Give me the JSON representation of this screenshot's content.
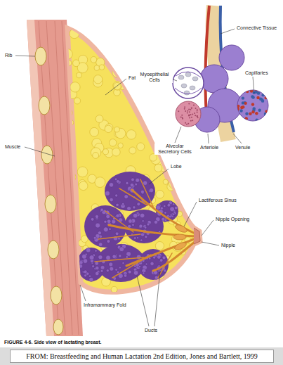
{
  "diagram": {
    "caption": "FIGURE 4-6. Side view of lactating breast.",
    "labels": [
      "Rib",
      "Fat",
      "Muscle",
      "Lobe",
      "Lactiferous Sinus",
      "Nipple Opening",
      "Nipple",
      "Inframammary Fold",
      "Ducts",
      "Connective Tissue",
      "Myoepithelial Cells",
      "Capillaries",
      "Alveolar Secretory Cells",
      "Arteriole",
      "Venule",
      "FROM: Breastfeeding and Human Lactation 2nd Edition, Jones and Bartlett, 1999"
    ]
  }
}
